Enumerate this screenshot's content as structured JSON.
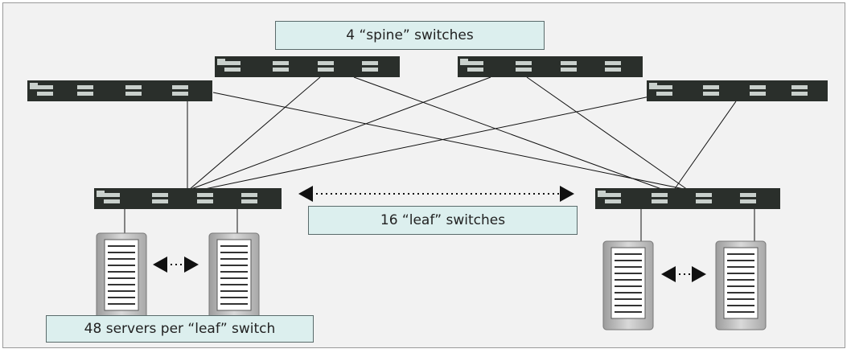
{
  "labels": {
    "spine": "4 “spine” switches",
    "leaf": "16 “leaf” switches",
    "servers": "48 servers per “leaf” switch"
  },
  "colors": {
    "background": "#f2f2f2",
    "label_fill": "#dcefee",
    "switch_body": "#2a2f2b",
    "port_block": "#c9d0cc",
    "server_body": "#c2c2c2",
    "line": "#111111"
  },
  "icons": {
    "switch": "network-switch-icon",
    "server": "server-tower-icon",
    "ellipsis_arrow": "double-arrow-ellipsis-icon"
  }
}
